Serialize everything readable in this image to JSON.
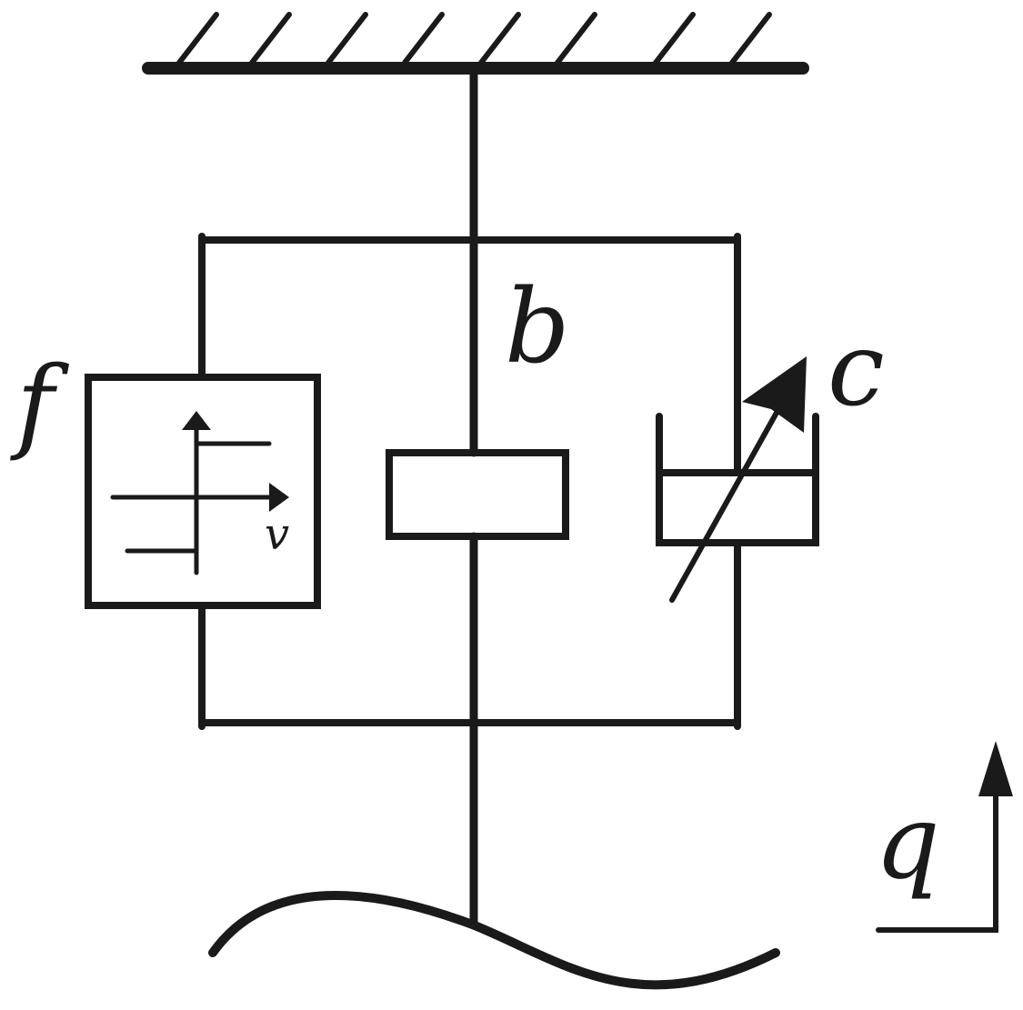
{
  "labels": {
    "friction": "f",
    "inerter": "b",
    "damper": "c",
    "velocity": "v",
    "excitation": "q"
  },
  "colors": {
    "line": "#1a1a1a",
    "background": "#ffffff"
  }
}
